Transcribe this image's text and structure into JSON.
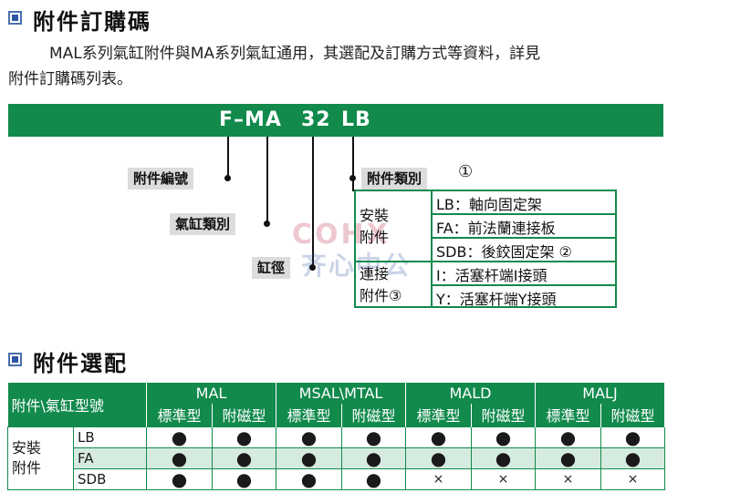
{
  "section1": {
    "title": "附件訂購碼"
  },
  "intro": {
    "line1": "MAL系列氣缸附件與MA系列氣缸通用，其選配及訂購方式等資料，詳見",
    "line2": "附件訂購碼列表。"
  },
  "order_code": {
    "prefix": "F–MA",
    "bore": "32",
    "accessory": "LB"
  },
  "labels": {
    "accessory_no": "附件編號",
    "cylinder_type": "氣缸類別",
    "bore": "缸徑",
    "accessory_type": "附件類別",
    "accessory_type_note": "①"
  },
  "accessory_box": {
    "left_lines": [
      "安裝",
      "附件",
      "連接",
      "附件③"
    ],
    "items": [
      "LB：軸向固定架",
      "FA：前法蘭連接板",
      "SDB：後鉸固定架 ②",
      "I：活塞杆端I接頭",
      "Y：活塞杆端Y接頭"
    ]
  },
  "watermark": {
    "line1": "COHX",
    "line2": "齐心中公"
  },
  "section2": {
    "title": "附件選配"
  },
  "table": {
    "corner": "附件\\氣缸型號",
    "groups": [
      "MAL",
      "MSAL\\MTAL",
      "MALD",
      "MALJ"
    ],
    "subcols": [
      "標準型",
      "附磁型",
      "標準型",
      "附磁型",
      "標準型",
      "附磁型",
      "標準型",
      "附磁型"
    ],
    "row_group": "安裝附件",
    "rows": [
      {
        "name": "LB",
        "marks": [
          "●",
          "●",
          "●",
          "●",
          "●",
          "●",
          "●",
          "●"
        ]
      },
      {
        "name": "FA",
        "marks": [
          "●",
          "●",
          "●",
          "●",
          "●",
          "●",
          "●",
          "●"
        ]
      },
      {
        "name": "SDB",
        "marks": [
          "●",
          "●",
          "●",
          "●",
          "×",
          "×",
          "×",
          "×"
        ]
      }
    ]
  },
  "colors": {
    "accent": "#118a4c",
    "icon": "#2f56a6",
    "row_shade": "#d6ebe0"
  }
}
